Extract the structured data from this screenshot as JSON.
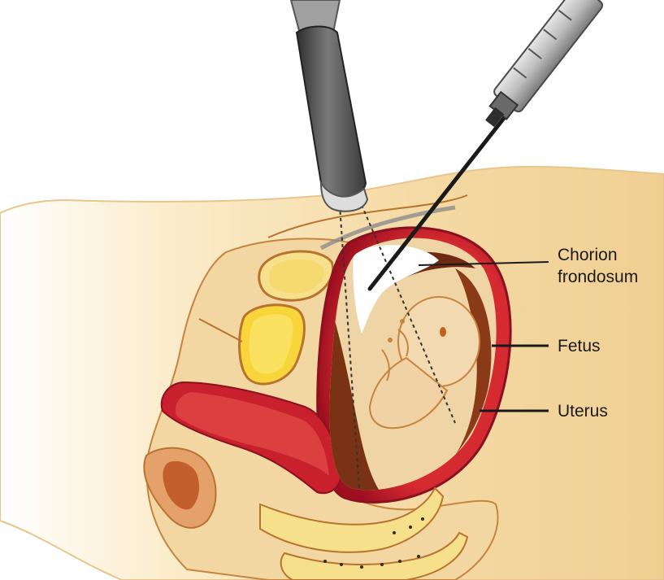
{
  "labels": {
    "chorion_line1": "Chorion",
    "chorion_line2": "frondosum",
    "fetus": "Fetus",
    "uterus": "Uterus"
  },
  "colors": {
    "skin": "#f6dfae",
    "skin_shade": "#ecc88f",
    "outline": "#b0642a",
    "uterus_wall": "#c0192a",
    "uterus_dark": "#8b1020",
    "cavity_brown": "#8a3a16",
    "placenta_white": "#ffffff",
    "bladder_yellow": "#f6d439",
    "fetus_body": "#f1d2a4",
    "probe_dark": "#565656",
    "needle": "#1a1a1a",
    "label_text": "#1a1a1a"
  },
  "icons": {
    "probe": "ultrasound-transducer-icon",
    "syringe": "syringe-needle-icon"
  }
}
